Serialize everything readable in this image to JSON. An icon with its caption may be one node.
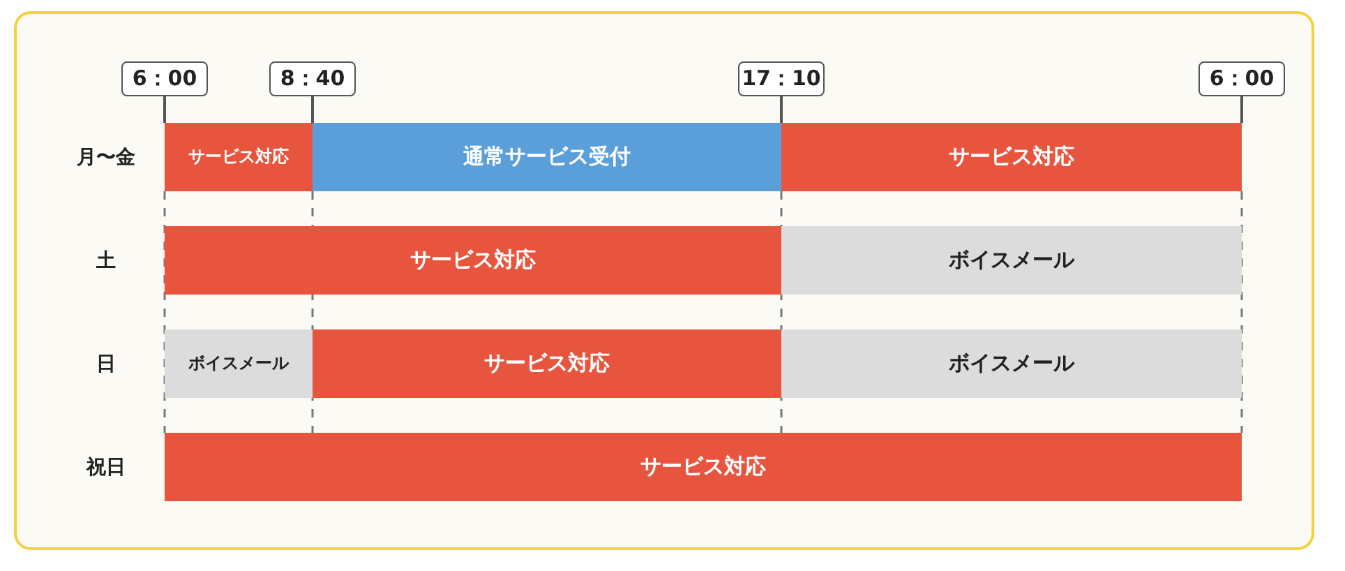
{
  "diagram": {
    "nodes": [
      {
        "text": [
          "6：00"
        ]
      },
      {
        "text": [
          "8：40"
        ]
      },
      {
        "text": [
          "17：10"
        ]
      },
      {
        "text": [
          "6：00"
        ]
      },
      {
        "text": [
          "サービス対応"
        ]
      },
      {
        "text": [
          "通常サービス受付"
        ]
      },
      {
        "text": [
          "サービス対応"
        ]
      },
      {
        "text": [
          "サービス対応"
        ]
      },
      {
        "text": [
          "ボイスメール"
        ]
      },
      {
        "text": [
          "ボイスメール"
        ]
      },
      {
        "text": [
          "サービス対応"
        ]
      },
      {
        "text": [
          "ボイスメール"
        ]
      },
      {
        "text": [
          "サービス対応"
        ]
      }
    ],
    "labels": [
      "月〜金",
      "土",
      "日",
      "祝日"
    ]
  }
}
